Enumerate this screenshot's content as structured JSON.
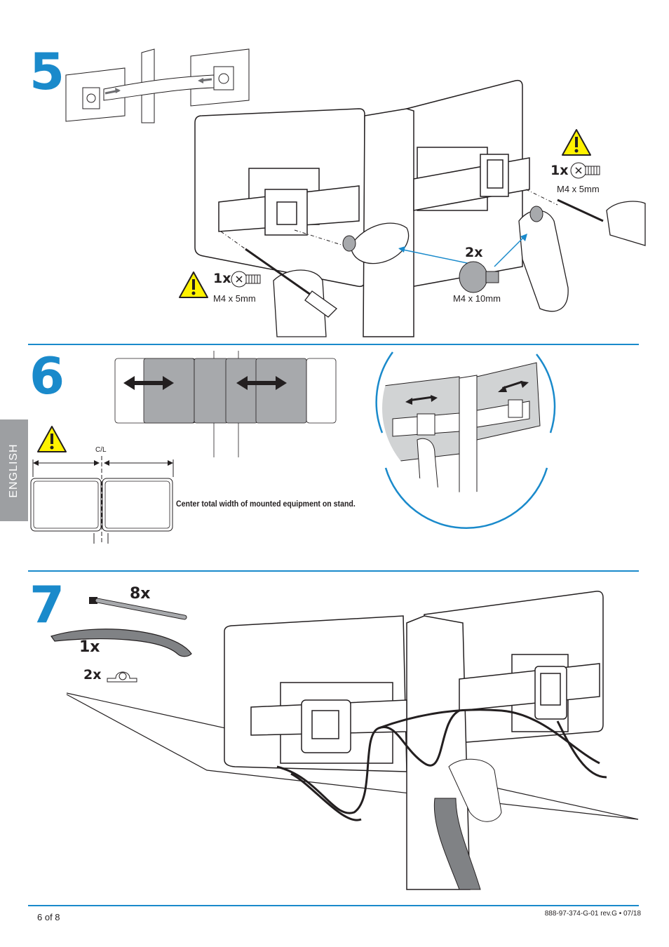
{
  "steps": {
    "step5": {
      "number": "5",
      "left_screw_qty": "1x",
      "left_screw_spec": "M4 x 5mm",
      "right_screw_qty": "1x",
      "right_screw_spec": "M4 x 5mm",
      "thumbscrew_qty": "2x",
      "thumbscrew_spec": "M4 x 10mm"
    },
    "step6": {
      "number": "6",
      "centerline_label": "C/L",
      "note": "Center total width of mounted equipment on stand."
    },
    "step7": {
      "number": "7",
      "cable_tie_qty": "8x",
      "cable_sleeve_qty": "1x",
      "cable_clip_qty": "2x"
    }
  },
  "side_tab": {
    "label": "ENGLISH"
  },
  "footer": {
    "page": "6 of 8",
    "doc_code": "888-97-374-G-01 rev.G • 07/18"
  },
  "colors": {
    "accent": "#1a8acb",
    "warning_fill": "#fff200",
    "side_tab": "#9d9fa2",
    "panel_grey": "#a7a9ac"
  },
  "icons": [
    "warning-icon",
    "screw-icon",
    "thumbscrew-icon",
    "cable-tie-icon",
    "cable-sleeve-icon",
    "cable-clip-icon"
  ]
}
